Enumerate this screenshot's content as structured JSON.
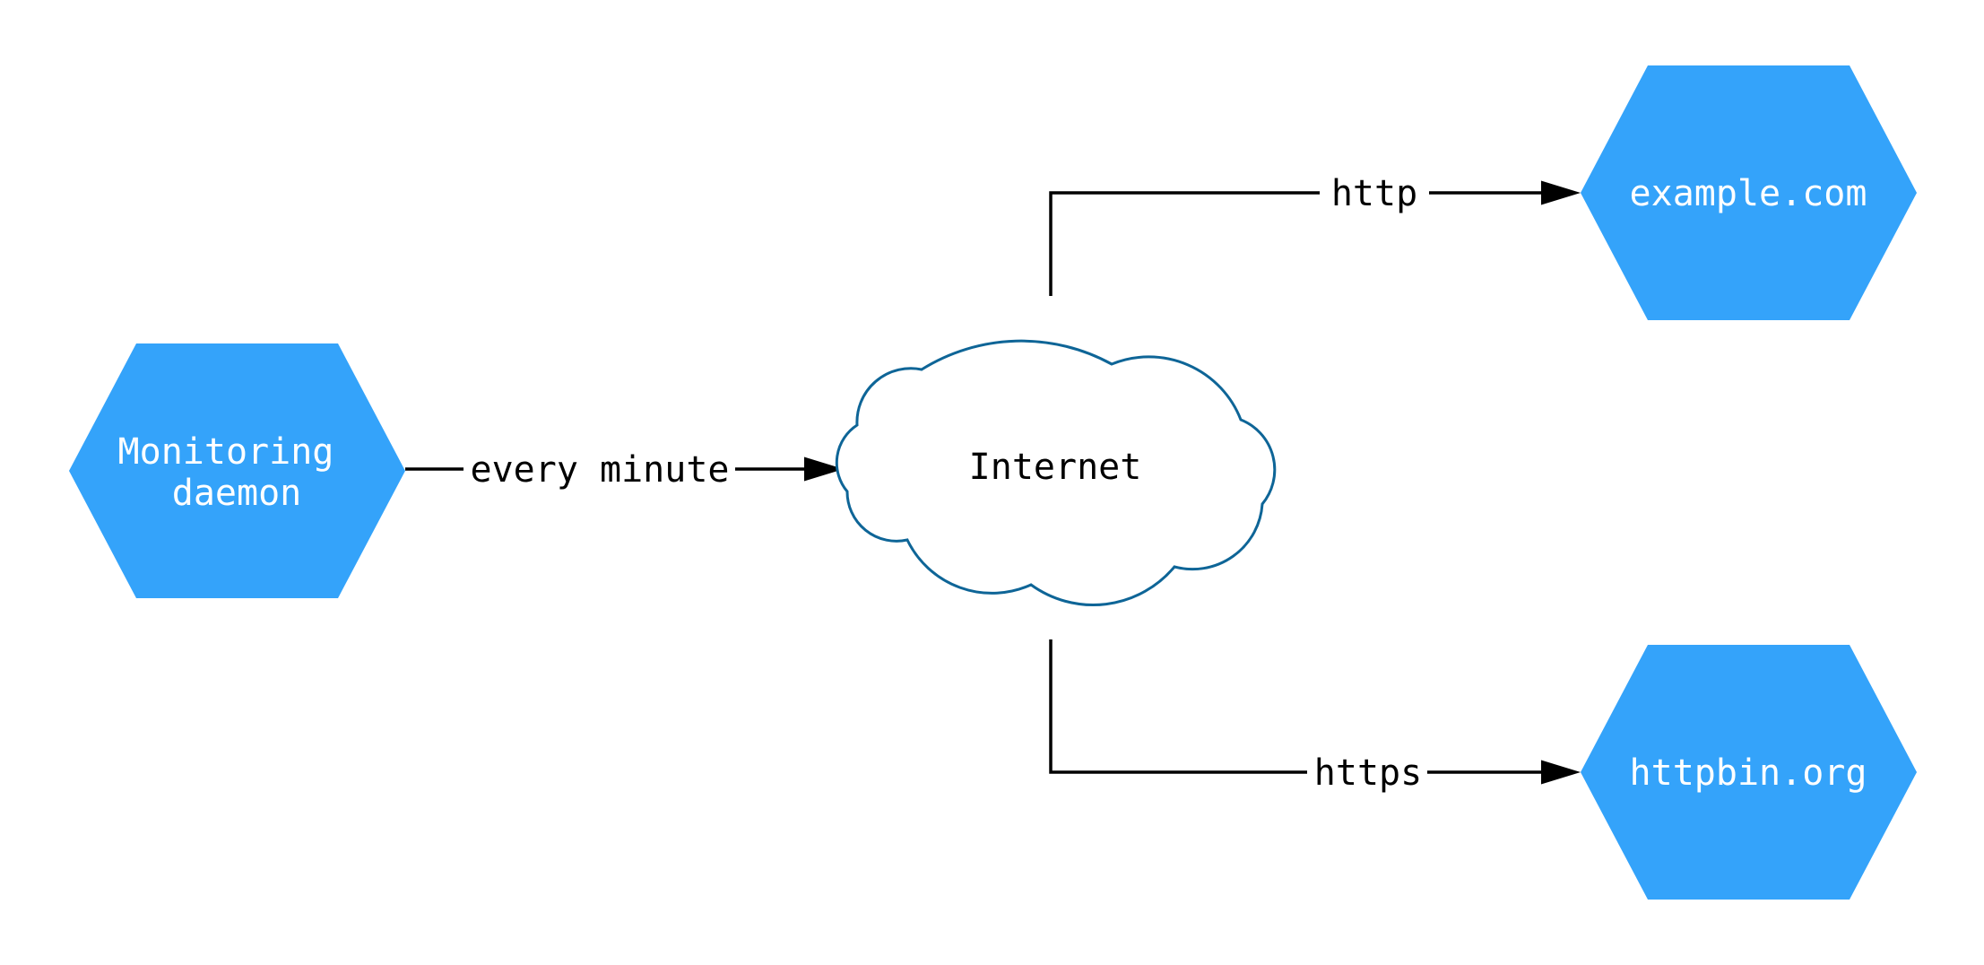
{
  "diagram": {
    "background_color": "#ffffff",
    "edge_color": "#000000",
    "nodes": {
      "monitoring_daemon": {
        "label_line1": "Monitoring",
        "label_line2": "daemon",
        "shape": "hexagon",
        "fill_color": "#34a3fa",
        "text_color": "#ffffff"
      },
      "internet": {
        "label": "Internet",
        "shape": "cloud",
        "stroke_color": "#0e6597",
        "text_color": "#000000"
      },
      "example_com": {
        "label": "example.com",
        "shape": "hexagon",
        "fill_color": "#34a3fa",
        "text_color": "#ffffff"
      },
      "httpbin_org": {
        "label": "httpbin.org",
        "shape": "hexagon",
        "fill_color": "#34a3fa",
        "text_color": "#ffffff"
      }
    },
    "edges": [
      {
        "from": "monitoring_daemon",
        "to": "internet",
        "label": "every minute"
      },
      {
        "from": "internet",
        "to": "example_com",
        "label": "http"
      },
      {
        "from": "internet",
        "to": "httpbin_org",
        "label": "https"
      }
    ]
  }
}
